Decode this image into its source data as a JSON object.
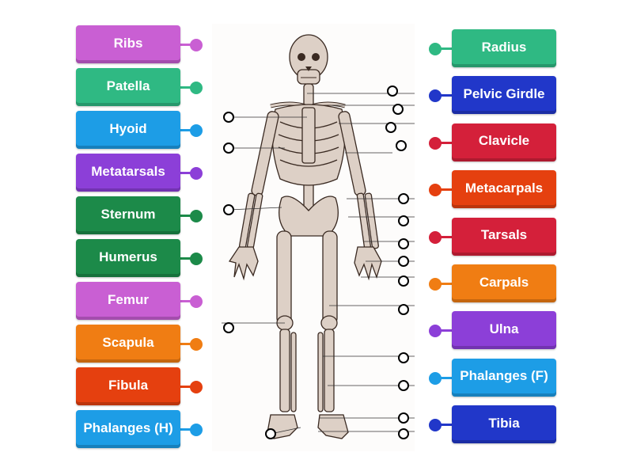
{
  "left_labels": [
    {
      "text": "Ribs",
      "color": "#c95fd3"
    },
    {
      "text": "Patella",
      "color": "#2fb983"
    },
    {
      "text": "Hyoid",
      "color": "#1d9de6"
    },
    {
      "text": "Metatarsals",
      "color": "#8c3fd8"
    },
    {
      "text": "Sternum",
      "color": "#1c8a49"
    },
    {
      "text": "Humerus",
      "color": "#1c8a49"
    },
    {
      "text": "Femur",
      "color": "#c95fd3"
    },
    {
      "text": "Scapula",
      "color": "#f07d13"
    },
    {
      "text": "Fibula",
      "color": "#e5400f"
    },
    {
      "text": "Phalanges (H)",
      "color": "#1d9de6"
    }
  ],
  "right_labels": [
    {
      "text": "Radius",
      "color": "#2fb983"
    },
    {
      "text": "Pelvic Girdle",
      "color": "#2137c9"
    },
    {
      "text": "Clavicle",
      "color": "#d4203a"
    },
    {
      "text": "Metacarpals",
      "color": "#e5400f"
    },
    {
      "text": "Tarsals",
      "color": "#d4203a"
    },
    {
      "text": "Carpals",
      "color": "#f07d13"
    },
    {
      "text": "Ulna",
      "color": "#8c3fd8"
    },
    {
      "text": "Phalanges (F)",
      "color": "#1d9de6"
    },
    {
      "text": "Tibia",
      "color": "#2137c9"
    }
  ],
  "figure": {
    "icon": "skeleton-icon",
    "bone_color": "#ddd0c6",
    "outline_color": "#3a2a22"
  }
}
